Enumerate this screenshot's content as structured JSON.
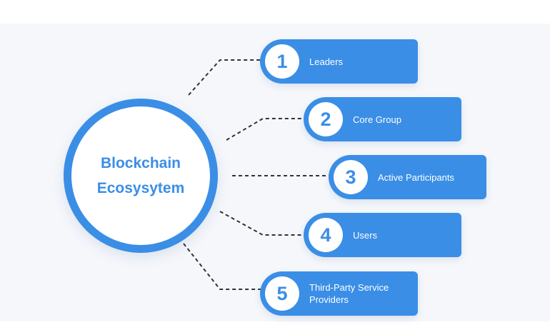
{
  "diagram": {
    "hub": {
      "line1": "Blockchain",
      "line2": "Ecosysytem"
    },
    "items": [
      {
        "number": "1",
        "label": "Leaders"
      },
      {
        "number": "2",
        "label": "Core Group"
      },
      {
        "number": "3",
        "label": "Active Participants"
      },
      {
        "number": "4",
        "label": "Users"
      },
      {
        "number": "5",
        "label": "Third-Party Service Providers"
      }
    ],
    "colors": {
      "accent": "#3a8ee6",
      "background": "#f5f7fb",
      "connector": "#333333"
    }
  }
}
